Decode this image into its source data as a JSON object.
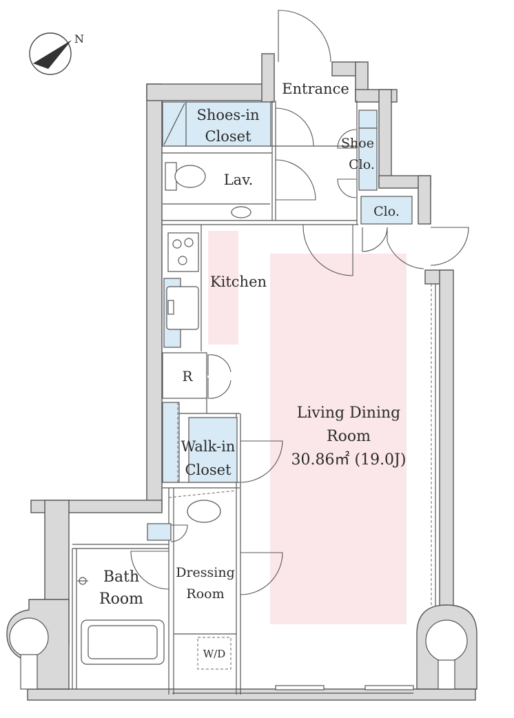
{
  "colors": {
    "storage": "#d8eaf5",
    "living_floor": "#fbe7ea",
    "wall_fill": "#d9d9d9",
    "line": "#555555"
  },
  "compass": {
    "icon": "north-arrow-icon",
    "letter": "N"
  },
  "rooms": {
    "entrance": "Entrance",
    "shoes_in_closet_1": "Shoes-in",
    "shoes_in_closet_2": "Closet",
    "shoe_clo_1": "Shoe",
    "shoe_clo_2": "Clo.",
    "lav": "Lav.",
    "clo": "Clo.",
    "kitchen": "Kitchen",
    "refrigerator": "R",
    "walk_in_closet_1": "Walk-in",
    "walk_in_closet_2": "Closet",
    "living_dining_1": "Living Dining",
    "living_dining_2": "Room",
    "living_dining_area": "30.86㎡ (19.0J)",
    "bath_1": "Bath",
    "bath_2": "Room",
    "dressing_1": "Dressing",
    "dressing_2": "Room",
    "washer_dryer": "W/D"
  }
}
